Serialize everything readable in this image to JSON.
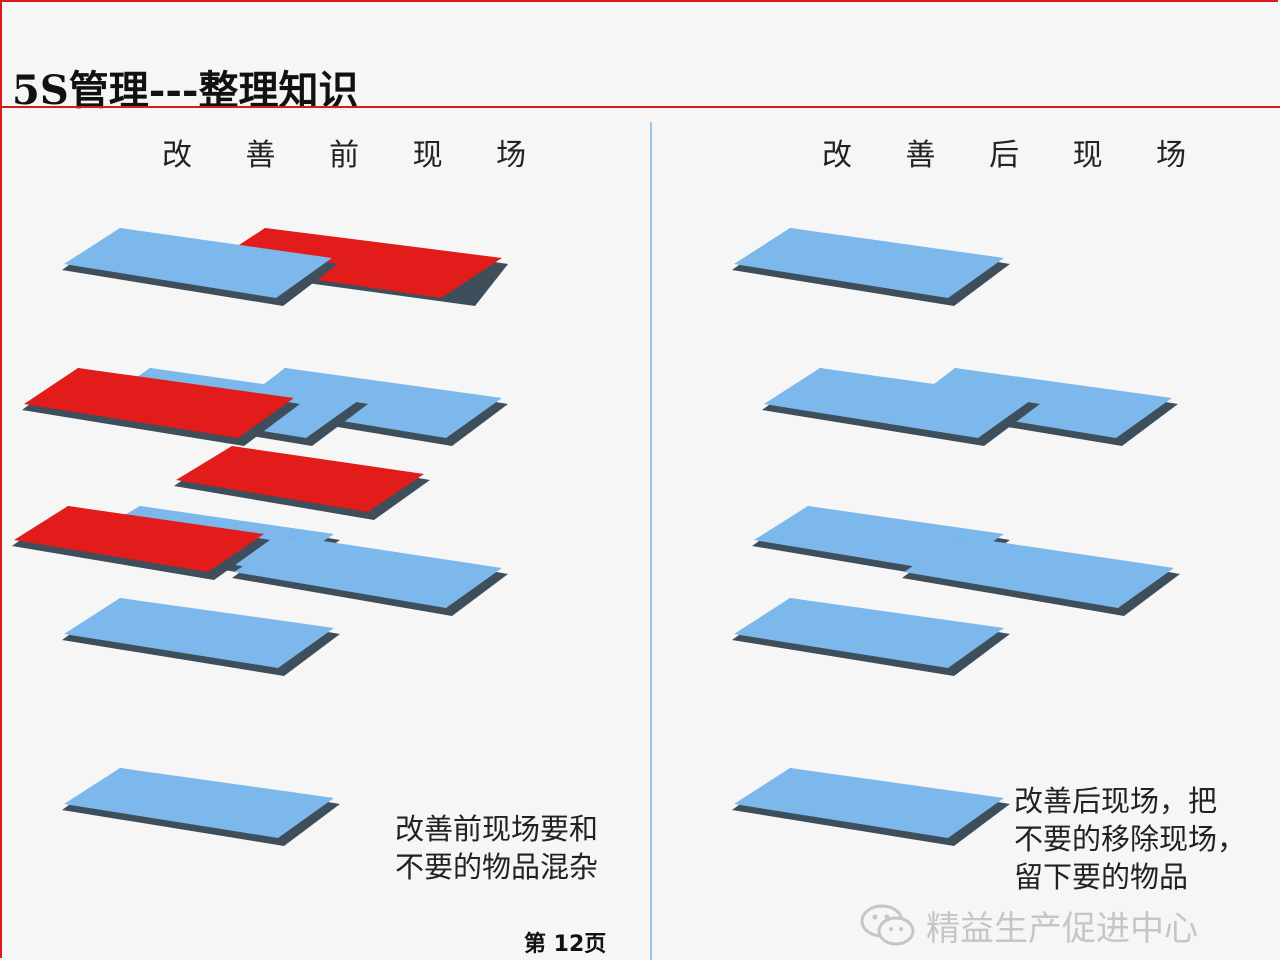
{
  "slide": {
    "title": "5S管理---整理知识",
    "page_number": "第 12页"
  },
  "before": {
    "heading": "改 善 前 现 场",
    "caption_lines": [
      "改善前现场要和",
      "不要的物品混杂"
    ]
  },
  "after": {
    "heading": "改 善 后 现 场",
    "caption_lines": [
      "改善后现场，把",
      "不要的移除现场，",
      "留下要的物品"
    ]
  },
  "watermark": {
    "text": "精益生产促进中心",
    "icon": "wechat-icon"
  },
  "colors": {
    "needed_item": "#7db8ec",
    "unneeded_item": "#e21b1b",
    "accent": "#d81c1c"
  }
}
